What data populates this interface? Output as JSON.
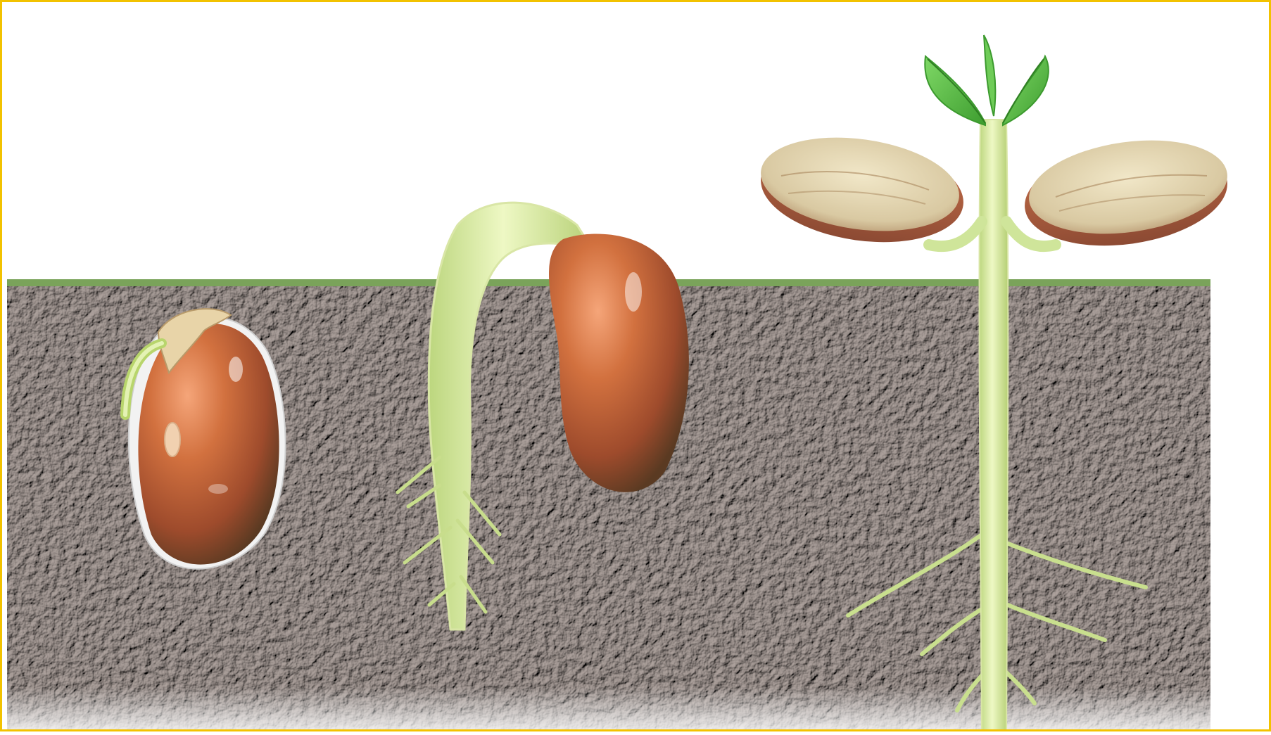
{
  "colors": {
    "frame": "#f2c200",
    "grass_line": "#7aa35a",
    "soil_base": "#8a7e79",
    "soil_dark": "#5e534f",
    "soil_light": "#b0a7a2",
    "bean_light": "#e48a5e",
    "bean_mid": "#c3623c",
    "bean_dark": "#6f3a24",
    "stem_light": "#e8f4b8",
    "stem": "#cfe59a",
    "stem_dark": "#a8c46a",
    "leaf": "#5fc24a",
    "leaf_dark": "#3c9a2e",
    "cotyledon": "#e3d8b8",
    "cotyledon_dark": "#9d7a55"
  },
  "stages": [
    {
      "name": "bean-seed-stage",
      "icon": "bean-seed-icon"
    },
    {
      "name": "hypocotyl-hook-stage",
      "icon": "hooked-sprout-icon"
    },
    {
      "name": "seedling-stage",
      "icon": "seedling-icon"
    }
  ]
}
